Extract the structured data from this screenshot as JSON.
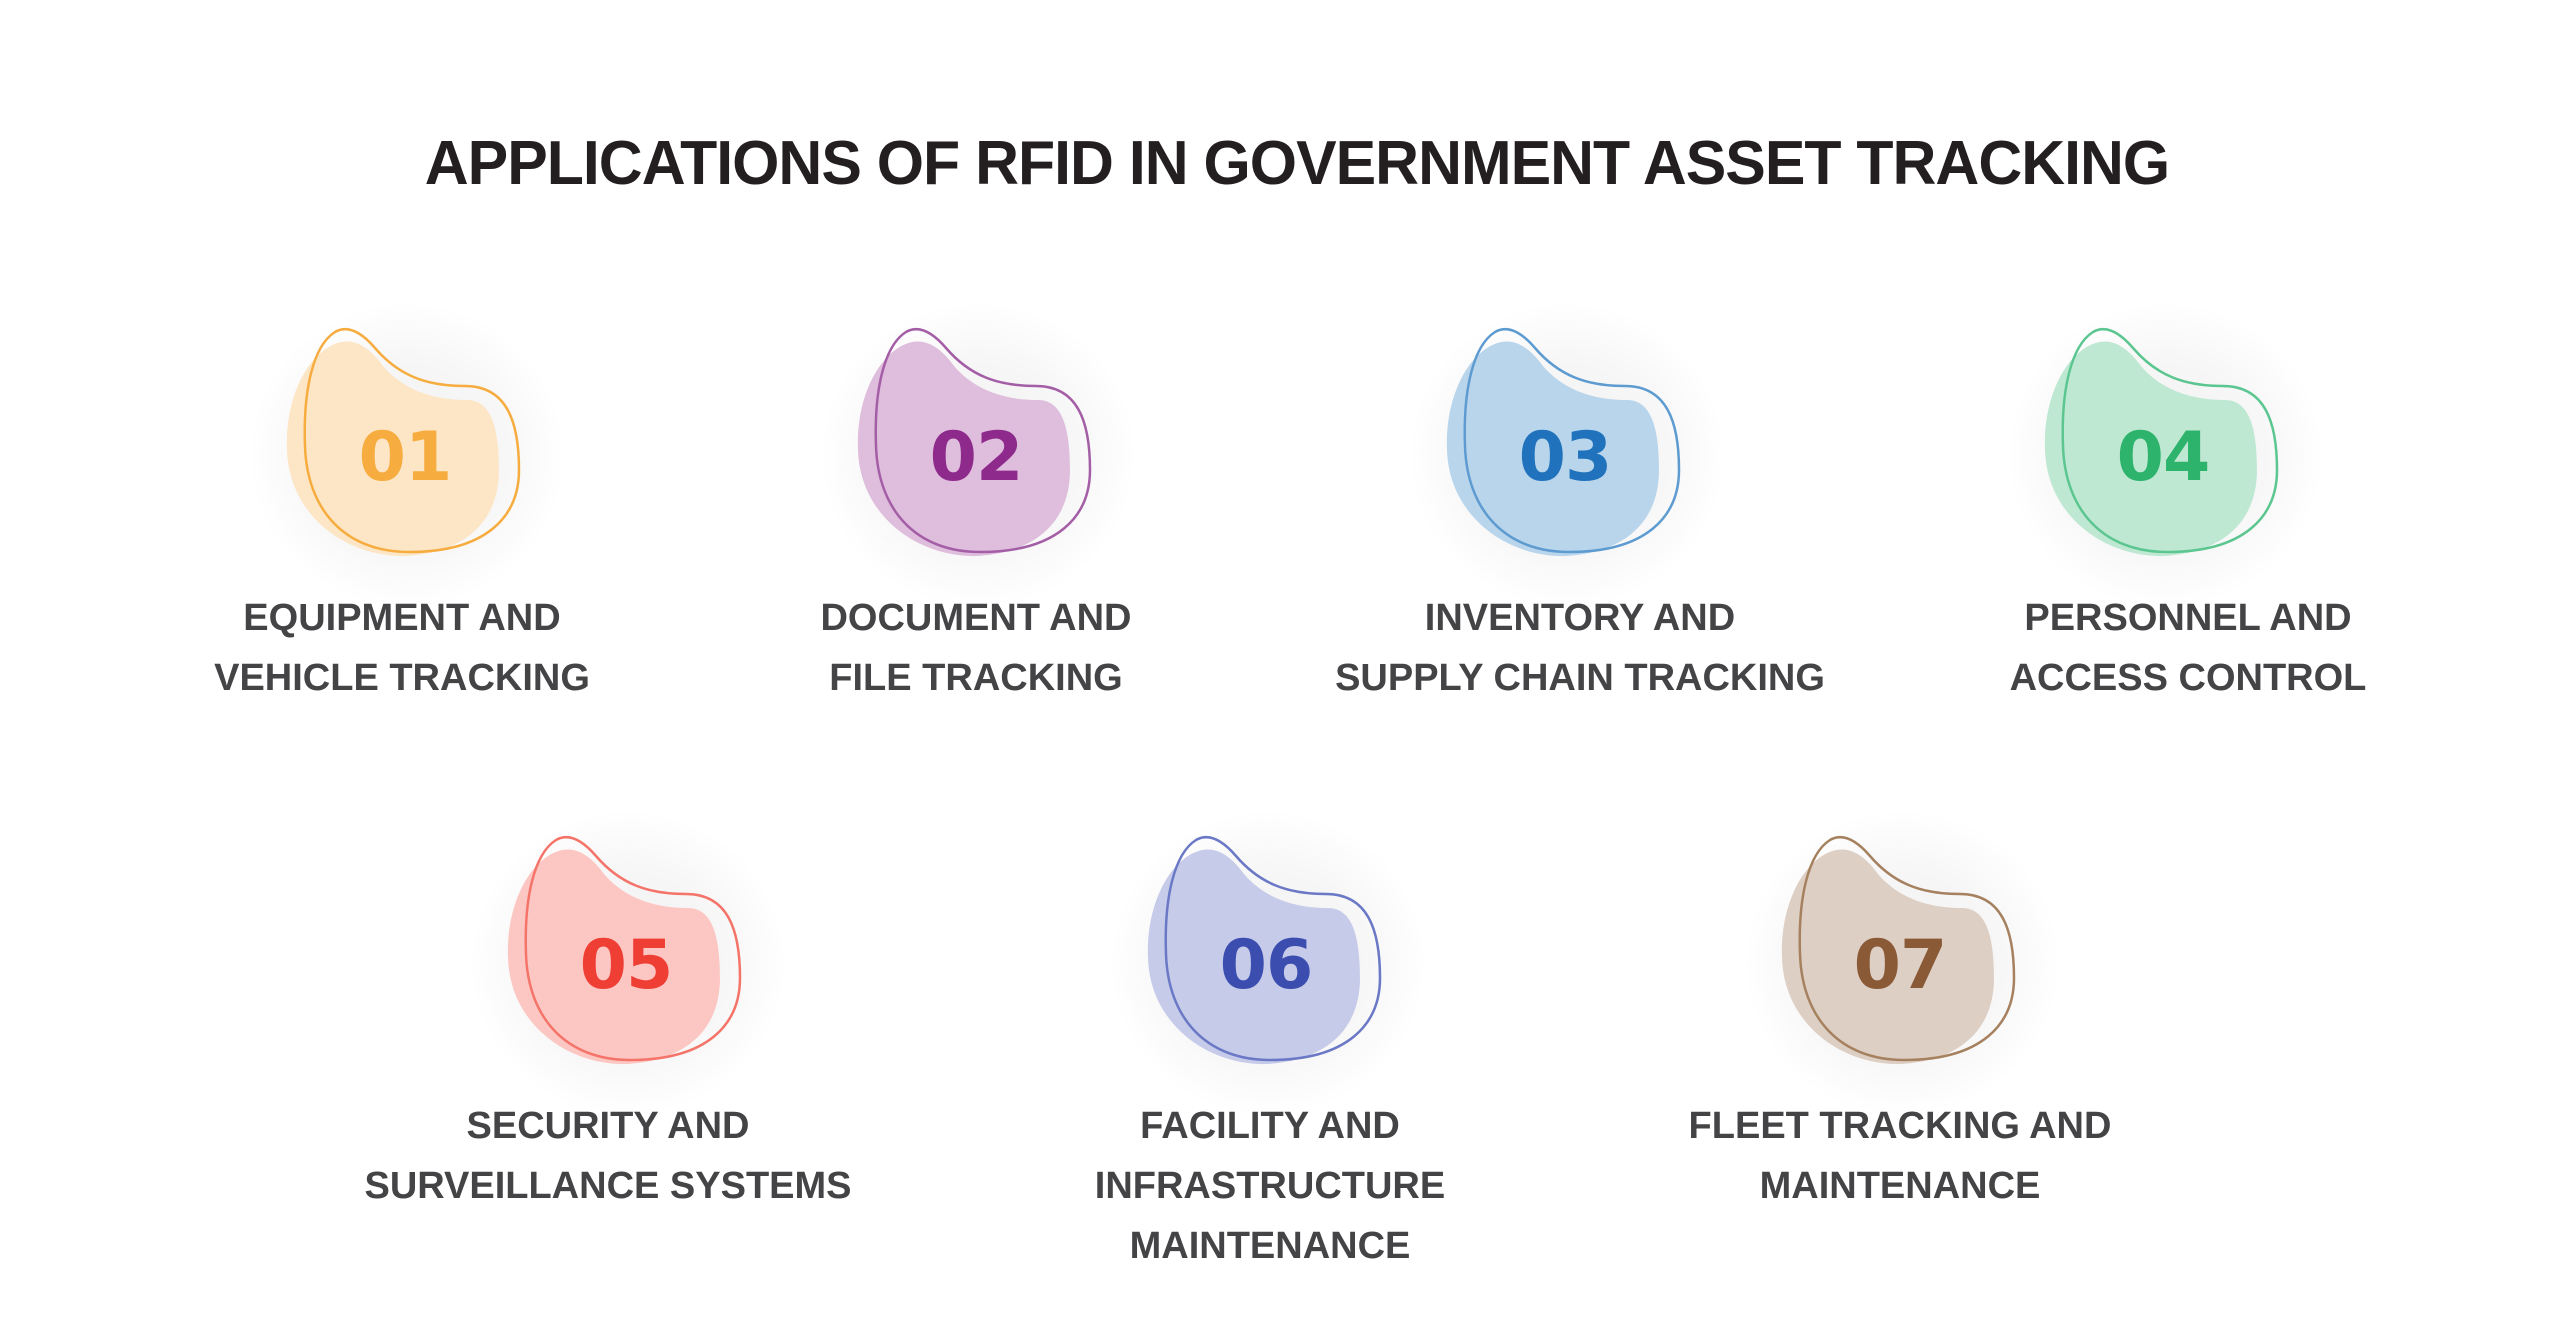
{
  "title": "APPLICATIONS OF RFID IN GOVERNMENT ASSET TRACKING",
  "items": [
    {
      "number": "01",
      "lines": [
        "EQUIPMENT AND",
        "VEHICLE TRACKING"
      ],
      "fill": "#fde6c6",
      "stroke": "#f6ac3e",
      "text": "#f6ac3e"
    },
    {
      "number": "02",
      "lines": [
        "DOCUMENT AND",
        "FILE TRACKING"
      ],
      "fill": "#dfbddc",
      "stroke": "#a45ea6",
      "text": "#8e2a8c"
    },
    {
      "number": "03",
      "lines": [
        "INVENTORY AND",
        "SUPPLY CHAIN TRACKING"
      ],
      "fill": "#b9d5ec",
      "stroke": "#5d9bd0",
      "text": "#1f72bb"
    },
    {
      "number": "04",
      "lines": [
        "PERSONNEL AND",
        "ACCESS CONTROL"
      ],
      "fill": "#bfe8d3",
      "stroke": "#5cc690",
      "text": "#2db36b"
    },
    {
      "number": "05",
      "lines": [
        "SECURITY AND",
        "SURVEILLANCE SYSTEMS"
      ],
      "fill": "#fcc7c3",
      "stroke": "#f47469",
      "text": "#ef3e34"
    },
    {
      "number": "06",
      "lines": [
        "FACILITY AND",
        "INFRASTRUCTURE",
        "MAINTENANCE"
      ],
      "fill": "#c6cbe9",
      "stroke": "#6a78c6",
      "text": "#3b4eb0"
    },
    {
      "number": "07",
      "lines": [
        "FLEET TRACKING AND",
        "MAINTENANCE"
      ],
      "fill": "#decfc5",
      "stroke": "#a6815f",
      "text": "#8a5a37"
    }
  ]
}
